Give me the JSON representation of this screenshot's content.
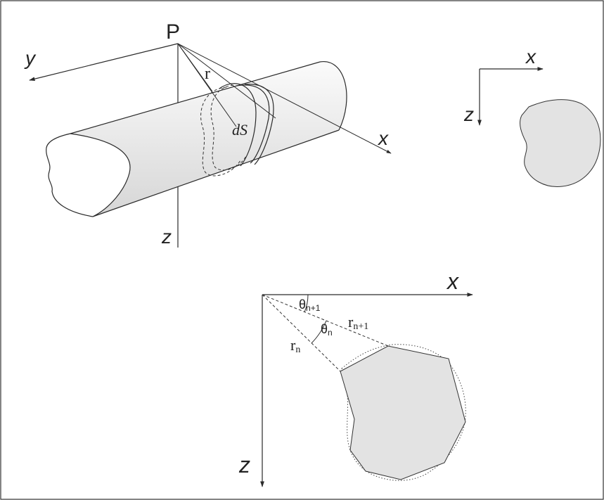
{
  "top_left": {
    "point_label": "P",
    "axis_y": "y",
    "axis_x": "x",
    "axis_z": "z",
    "radius_label": "r",
    "element_label": "dS"
  },
  "top_right": {
    "axis_x": "x",
    "axis_z": "z"
  },
  "bottom": {
    "axis_x": "x",
    "axis_z": "z",
    "theta_n1": {
      "base": "θ",
      "sub": "n+1"
    },
    "theta_n": {
      "base": "θ",
      "sub": "n"
    },
    "r_n1": {
      "base": "r",
      "sub": "n+1"
    },
    "r_n": {
      "base": "r",
      "sub": "n"
    }
  },
  "colors": {
    "line": "#2a2a2a",
    "shape_fill": "#e3e3e3",
    "cylinder_gradient": [
      "#ffffff",
      "#d8d8d8"
    ]
  }
}
